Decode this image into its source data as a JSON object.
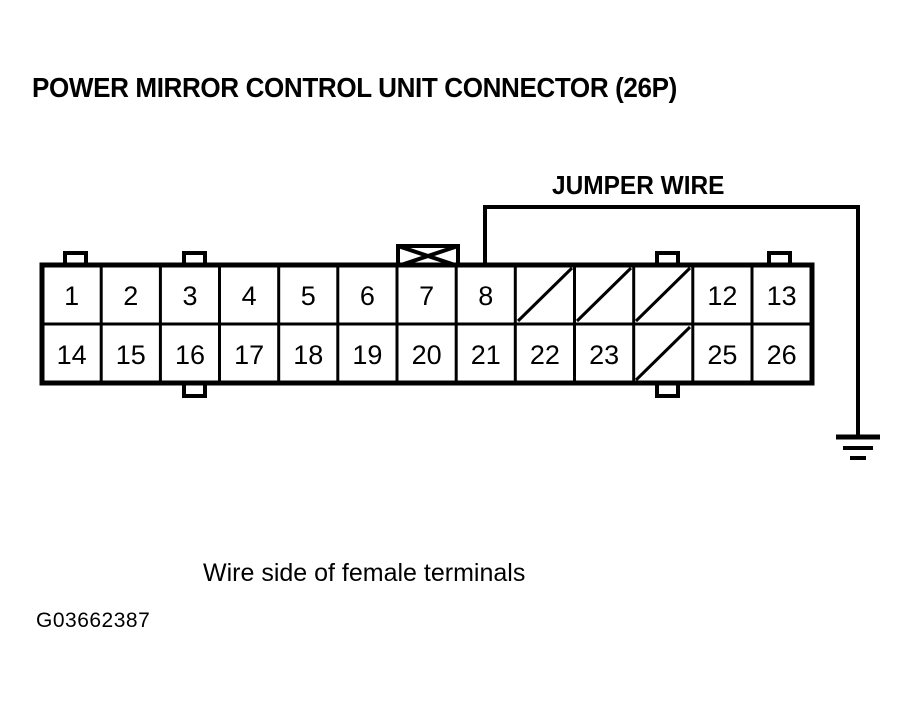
{
  "figure": {
    "title": "POWER MIRROR CONTROL UNIT CONNECTOR (26P)",
    "caption": "Wire side of female terminals",
    "figure_id": "G03662387",
    "jumper_label": "JUMPER WIRE",
    "line_color": "#000000",
    "background_color": "#ffffff"
  },
  "connector": {
    "total_pins": "26",
    "columns": 13,
    "rows": 2,
    "top_row": [
      {
        "label": "1",
        "blank": false
      },
      {
        "label": "2",
        "blank": false
      },
      {
        "label": "3",
        "blank": false
      },
      {
        "label": "4",
        "blank": false
      },
      {
        "label": "5",
        "blank": false
      },
      {
        "label": "6",
        "blank": false
      },
      {
        "label": "7",
        "blank": false
      },
      {
        "label": "8",
        "blank": false
      },
      {
        "label": "",
        "blank": true
      },
      {
        "label": "",
        "blank": true
      },
      {
        "label": "",
        "blank": true
      },
      {
        "label": "12",
        "blank": false
      },
      {
        "label": "13",
        "blank": false
      }
    ],
    "bottom_row": [
      {
        "label": "14",
        "blank": false
      },
      {
        "label": "15",
        "blank": false
      },
      {
        "label": "16",
        "blank": false
      },
      {
        "label": "17",
        "blank": false
      },
      {
        "label": "18",
        "blank": false
      },
      {
        "label": "19",
        "blank": false
      },
      {
        "label": "20",
        "blank": false
      },
      {
        "label": "21",
        "blank": false
      },
      {
        "label": "22",
        "blank": false
      },
      {
        "label": "23",
        "blank": false
      },
      {
        "label": "",
        "blank": true
      },
      {
        "label": "25",
        "blank": false
      },
      {
        "label": "26",
        "blank": false
      }
    ],
    "top_tabs_columns": [
      0,
      2,
      10,
      12
    ],
    "bottom_tabs_columns": [
      2,
      10
    ],
    "crossed_tab_column": 6
  },
  "jumper_wire": {
    "from_pin": "8",
    "to": "ground",
    "description": "Jumper wire from terminal 8 to body ground"
  }
}
